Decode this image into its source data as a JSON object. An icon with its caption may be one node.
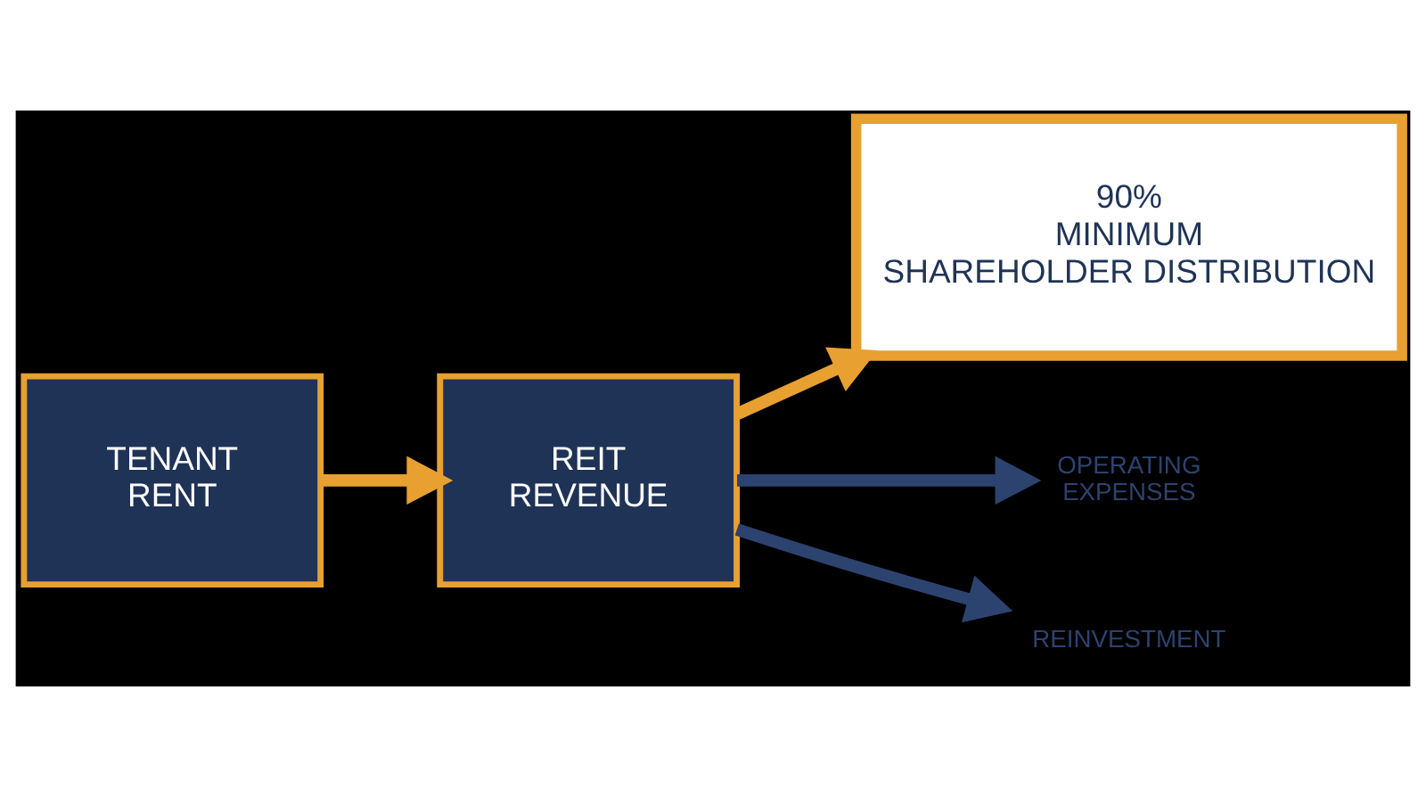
{
  "diagram": {
    "nodes": [
      {
        "text": [
          "TENANT RENT"
        ]
      },
      {
        "text": [
          "REIT REVENUE"
        ]
      },
      {
        "text": [
          "90% MINIMUM SHAREHOLDER DISTRIBUTION"
        ]
      },
      {
        "text": [
          "OPERATING EXPENSES"
        ]
      },
      {
        "text": [
          "REINVESTMENT"
        ]
      }
    ],
    "edges": [
      {
        "from": 0,
        "to": 1,
        "arrow": "to",
        "color": "#e8a030"
      },
      {
        "from": 1,
        "to": 2,
        "arrow": "to",
        "color": "#e8a030"
      },
      {
        "from": 1,
        "to": 3,
        "arrow": "to",
        "color": "#2c4370"
      },
      {
        "from": 1,
        "to": 4,
        "arrow": "to",
        "color": "#2c4370"
      }
    ]
  }
}
